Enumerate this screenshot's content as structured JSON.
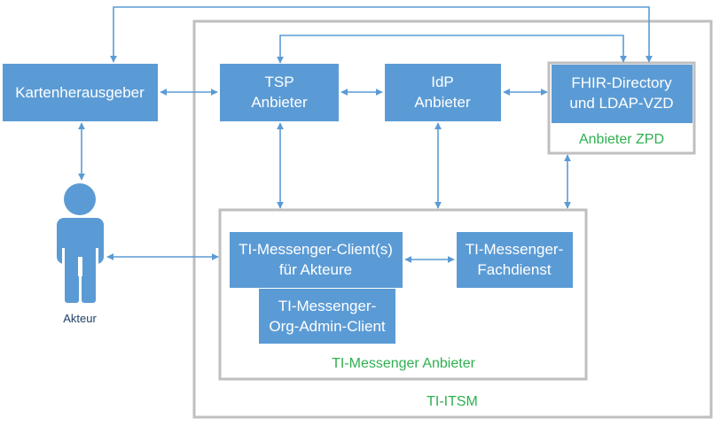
{
  "colors": {
    "box": "#5b9bd5",
    "arrow": "#5b9bd5",
    "frame": "#bfbfbf",
    "label_green": "#2eb04f"
  },
  "nodes": {
    "kartenherausgeber": {
      "line1": "Kartenherausgeber"
    },
    "tsp": {
      "line1": "TSP",
      "line2": "Anbieter"
    },
    "idp": {
      "line1": "IdP",
      "line2": "Anbieter"
    },
    "fhir": {
      "line1": "FHIR-Directory",
      "line2": "und LDAP-VZD"
    },
    "client": {
      "line1": "TI-Messenger-Client(s)",
      "line2": "für Akteure"
    },
    "fachdienst": {
      "line1": "TI-Messenger-",
      "line2": "Fachdienst"
    },
    "orgadmin": {
      "line1": "TI-Messenger-",
      "line2": "Org-Admin-Client"
    }
  },
  "groups": {
    "zpd": "Anbieter ZPD",
    "messenger": "TI-Messenger Anbieter",
    "itsm": "TI-ITSM"
  },
  "actor": {
    "label": "Akteur",
    "icon": "person-icon"
  }
}
